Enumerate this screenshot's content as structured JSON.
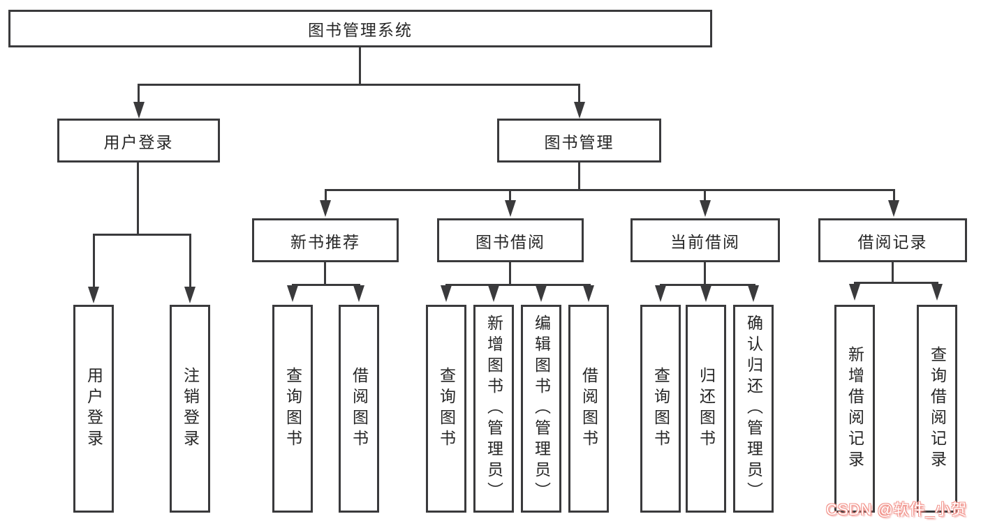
{
  "diagram": {
    "root": "图书管理系统",
    "level2": [
      "用户登录",
      "图书管理"
    ],
    "level3": [
      "新书推荐",
      "图书借阅",
      "当前借阅",
      "借阅记录"
    ],
    "leaves": {
      "user_login": [
        "用户登录",
        "注销登录"
      ],
      "new_book_recommend": [
        "查询图书",
        "借阅图书"
      ],
      "book_borrow": [
        "查询图书",
        "新增图书（管理员）",
        "编辑图书（管理员）",
        "借阅图书"
      ],
      "current_borrow": [
        "查询图书",
        "归还图书",
        "确认归还（管理员）"
      ],
      "borrow_records": [
        "新增借阅记录",
        "查询借阅记录"
      ]
    }
  },
  "watermark": {
    "text": "CSDN @软件_小贺同学"
  },
  "colors": {
    "line": "#3a3a3c",
    "box_border": "#3a3a3c",
    "box_bg": "#ffffff",
    "text": "#262626",
    "watermark_text": "#ffffff",
    "watermark_shadow": "#f2948c"
  }
}
